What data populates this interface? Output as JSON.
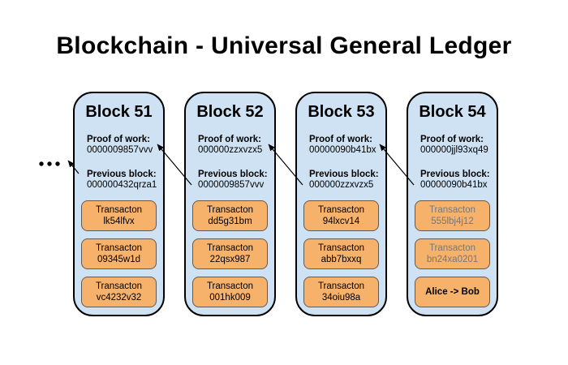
{
  "header": {
    "title": "Blockchain - Universal General Ledger"
  },
  "labels": {
    "proof_of_work": "Proof of work:",
    "previous_block": "Previous block:"
  },
  "icons": {
    "ellipsis_earlier_blocks": "•••",
    "prev_block_arrow": "↖"
  },
  "colors": {
    "background": "#ffffff",
    "block_fill": "#cfe2f3",
    "block_border": "#000000",
    "transaction_fill": "#f6b26b",
    "transaction_border": "#5b5b5b",
    "muted_text": "#777777",
    "arrow": "#000000"
  },
  "blocks": [
    {
      "title": "Block 51",
      "proof_of_work": "0000009857vvv",
      "previous_block": "000000432qrza1",
      "transactions": [
        {
          "line1": "Transacton",
          "line2": "lk54lfvx"
        },
        {
          "line1": "Transacton",
          "line2": "09345w1d"
        },
        {
          "line1": "Transacton",
          "line2": "vc4232v32"
        }
      ]
    },
    {
      "title": "Block 52",
      "proof_of_work": "000000zzxvzx5",
      "previous_block": "0000009857vvv",
      "transactions": [
        {
          "line1": "Transacton",
          "line2": "dd5g31bm"
        },
        {
          "line1": "Transacton",
          "line2": "22qsx987"
        },
        {
          "line1": "Transacton",
          "line2": "001hk009"
        }
      ]
    },
    {
      "title": "Block 53",
      "proof_of_work": "00000090b41bx",
      "previous_block": "000000zzxvzx5",
      "transactions": [
        {
          "line1": "Transacton",
          "line2": "94lxcv14"
        },
        {
          "line1": "Transacton",
          "line2": "abb7bxxq"
        },
        {
          "line1": "Transacton",
          "line2": "34oiu98a"
        }
      ]
    },
    {
      "title": "Block 54",
      "proof_of_work": "000000jjl93xq49",
      "previous_block": "00000090b41bx",
      "transactions": [
        {
          "line1": "Transacton",
          "line2": "555lbj4j12"
        },
        {
          "line1": "Transacton",
          "line2": "bn24xa0201"
        },
        {
          "line1": "Alice -> Bob",
          "line2": ""
        }
      ]
    }
  ]
}
